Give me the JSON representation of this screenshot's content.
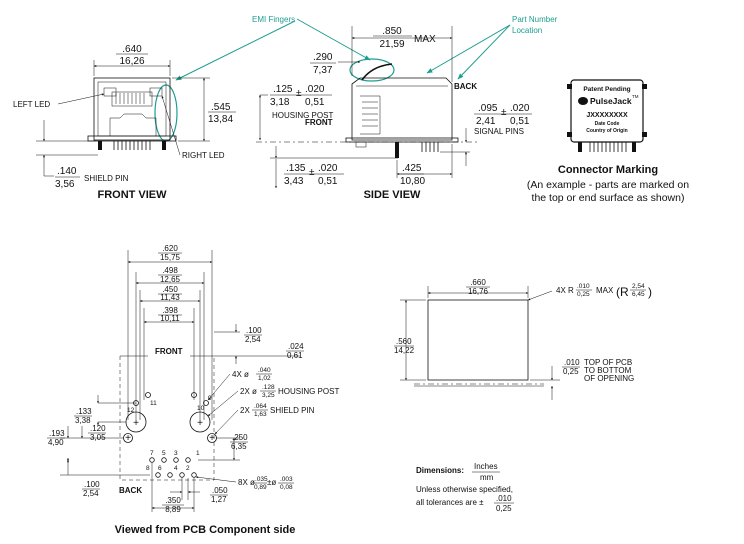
{
  "callouts": {
    "emi_fingers": "EMI Fingers",
    "part_number": "Part Number",
    "location": "Location"
  },
  "front_view": {
    "title": "FRONT VIEW",
    "width_in": ".640",
    "width_mm": "16,26",
    "height_in": ".545",
    "height_mm": "13,84",
    "shield_in": ".140",
    "shield_mm": "3,56",
    "shield_label": "SHIELD PIN",
    "left_led": "LEFT LED",
    "right_led": "RIGHT LED"
  },
  "side_view": {
    "title": "SIDE VIEW",
    "max_in": ".850",
    "max_mm": "21,59",
    "max_label": "MAX",
    "emi_in": ".290",
    "emi_mm": "7,37",
    "post_in": ".125",
    "post_mm": "3,18",
    "post_tol_in": ".020",
    "post_tol_mm": "0,51",
    "post_label": "HOUSING POST",
    "front_label": "FRONT",
    "back_label": "BACK",
    "signal_in": ".095",
    "signal_mm": "2,41",
    "signal_tol_in": ".020",
    "signal_tol_mm": "0,51",
    "signal_label": "SIGNAL PINS",
    "shield_in": ".135",
    "shield_mm": "3,43",
    "shield_tol_in": ".020",
    "shield_tol_mm": "0,51",
    "depth_in": ".425",
    "depth_mm": "10,80",
    "plus_minus": "±"
  },
  "connector_marking": {
    "patent": "Patent Pending",
    "brand": "PulseJack",
    "tm": "TM",
    "part": "JXXXXXXXX",
    "date_code": "Date Code",
    "country": "Country of Origin",
    "title": "Connector Marking",
    "note_line1": "(An example - parts are marked on",
    "note_line2": "the top or end surface as shown)"
  },
  "pcb_view": {
    "title": "Viewed from PCB Component side",
    "front_label": "FRONT",
    "back_label": "BACK",
    "w1_in": ".620",
    "w1_mm": "15,75",
    "w2_in": ".498",
    "w2_mm": "12,65",
    "w3_in": ".450",
    "w3_mm": "11,43",
    "w4_in": ".398",
    "w4_mm": "10,11",
    "d100_in": ".100",
    "d100_mm": "2,54",
    "d024_in": ".024",
    "d024_mm": "0,61",
    "led_holes": "4X ø",
    "led_in": ".040",
    "led_mm": "1,02",
    "post_holes": "2X ø",
    "post_in": ".128",
    "post_mm": "3,25",
    "post_label": "HOUSING POST",
    "shield_holes": "2X",
    "shield_in": ".064",
    "shield_mm": "1,63",
    "shield_tol": "±ø",
    "shield_label": "SHIELD PIN",
    "d133_in": ".133",
    "d133_mm": "3,38",
    "d120_in": ".120",
    "d120_mm": "3,05",
    "d193_in": ".193",
    "d193_mm": "4,90",
    "d250_in": ".250",
    "d250_mm": "6,35",
    "pin_top": [
      "7",
      "5",
      "3",
      "1"
    ],
    "pin_bot": [
      "8",
      "6",
      "4",
      "2"
    ],
    "pin_12": "12",
    "pin_11": "11",
    "pin_10": "10",
    "pin_9": "9",
    "pins_holes": "8X ø",
    "pins_in": ".035",
    "pins_mm": "0,89",
    "pins_tol_in": ".003",
    "pins_tol_mm": "0,08",
    "pm": "±ø",
    "d100b_in": ".100",
    "d100b_mm": "2,54",
    "d050_in": ".050",
    "d050_mm": "1,27",
    "d350_in": ".350",
    "d350_mm": "8,89"
  },
  "cutout": {
    "width_in": ".660",
    "width_mm": "16,76",
    "radius_label": "4X R",
    "radius_in": ".010",
    "radius_mm": "0,25",
    "radius_max": "MAX",
    "radius_alt_in": "2,54",
    "radius_alt_mm": "6,45",
    "height_in": ".560",
    "height_mm": "14,22",
    "gap_in": ".010",
    "gap_mm": "0,25",
    "gap_line1": "TOP OF PCB",
    "gap_line2": "TO BOTTOM",
    "gap_line3": "OF OPENING"
  },
  "notes": {
    "dimensions": "Dimensions:",
    "inches": "Inches",
    "mm": "mm",
    "unless": "Unless otherwise specified,",
    "tolerance": "all tolerances are ±",
    "tol_in": ".010",
    "tol_mm": "0,25"
  }
}
